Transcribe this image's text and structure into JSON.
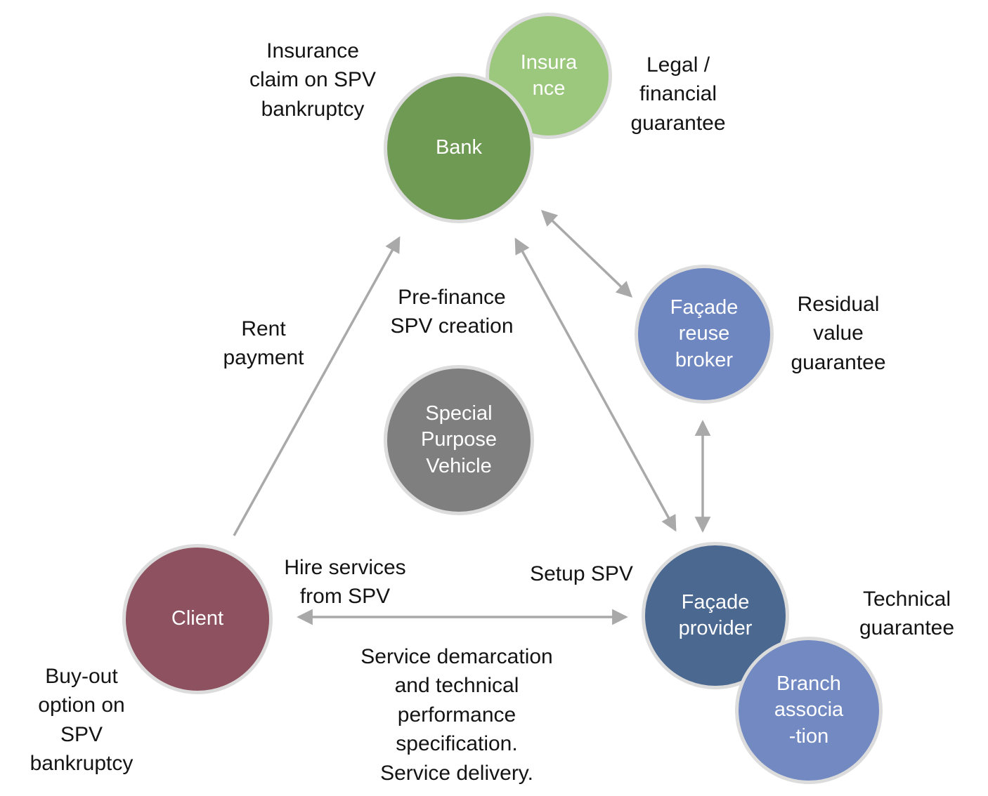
{
  "diagram": {
    "nodes": {
      "insurance": {
        "label": "Insura\nnce",
        "color": "#9cc87d"
      },
      "bank": {
        "label": "Bank",
        "color": "#6f9a53"
      },
      "facade_reuse_broker": {
        "label": "Façade\nreuse\nbroker",
        "color": "#6f87c0"
      },
      "spv": {
        "label": "Special\nPurpose\nVehicle",
        "color": "#7f7f7f"
      },
      "client": {
        "label": "Client",
        "color": "#8d5160"
      },
      "facade_provider": {
        "label": "Façade\nprovider",
        "color": "#4a6890"
      },
      "branch_association": {
        "label": "Branch\nassocia\n-tion",
        "color": "#7289c2"
      }
    },
    "annotations": {
      "insurance_claim": "Insurance\nclaim on SPV\nbankruptcy",
      "legal_financial": "Legal /\nfinancial\nguarantee",
      "pre_finance": "Pre-finance\nSPV creation",
      "rent_payment": "Rent\npayment",
      "residual_value": "Residual\nvalue\nguarantee",
      "hire_services": "Hire services\nfrom SPV",
      "setup_spv": "Setup SPV",
      "technical_guarantee": "Technical\nguarantee",
      "buy_out": "Buy-out\noption on\nSPV\nbankruptcy",
      "service_demarcation": "Service demarcation\nand technical\nperformance\nspecification.\nService delivery."
    },
    "colors": {
      "arrow": "#a9a9a9",
      "ring": "#dcdcdc",
      "text": "#141414"
    }
  }
}
